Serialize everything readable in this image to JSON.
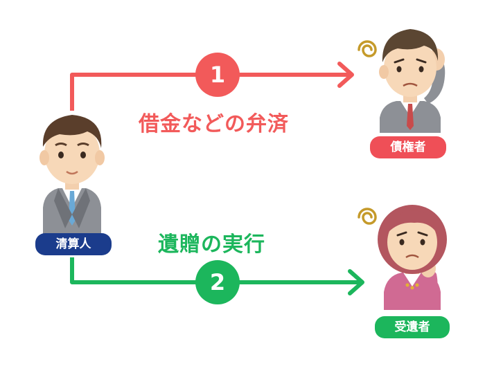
{
  "steps": [
    {
      "number": "1",
      "label": "借金などの弁済",
      "color": "#f25a5a"
    },
    {
      "number": "2",
      "label": "遺贈の実行",
      "color": "#1cb65c"
    }
  ],
  "people": {
    "executor": {
      "label": "清算人",
      "color": "#1b3c8c"
    },
    "creditor": {
      "label": "債権者",
      "color": "#ef4f57"
    },
    "beneficiary": {
      "label": "受遺者",
      "color": "#1cb65c"
    }
  }
}
